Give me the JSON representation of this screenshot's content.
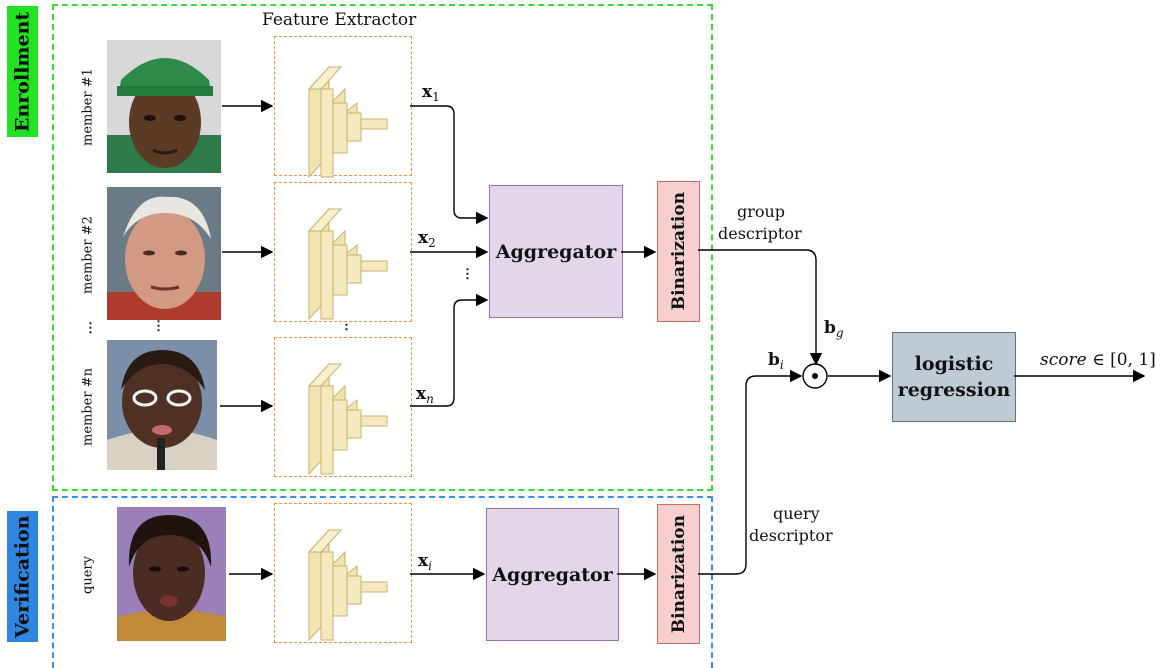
{
  "sections": {
    "enrollment": "Enrollment",
    "verification": "Verification"
  },
  "feature_extractor_title": "Feature Extractor",
  "members": [
    {
      "label": "member #1",
      "feature": "x",
      "sub": "1"
    },
    {
      "label": "member #2",
      "feature": "x",
      "sub": "2"
    },
    {
      "label": "member #n",
      "feature": "x",
      "sub": "n"
    }
  ],
  "query": {
    "label": "query",
    "feature": "x",
    "sub": "i"
  },
  "vertical_ellipsis": "⋮",
  "aggregator_label": "Aggregator",
  "binarization_label": "Binarization",
  "group_descriptor": {
    "line1": "group",
    "line2": "descriptor"
  },
  "query_descriptor": {
    "line1": "query",
    "line2": "descriptor"
  },
  "bg": {
    "base": "b",
    "sub": "g"
  },
  "bi": {
    "base": "b",
    "sub": "i"
  },
  "operator": "⊙",
  "logistic_regression": {
    "line1": "logistic",
    "line2": "regression"
  },
  "score": {
    "italic": "score",
    "rest": " ∈ [0, 1]"
  },
  "colors": {
    "enrollment_border": "#33dd33",
    "verification_border": "#3a8ee8",
    "aggregator_fill": "#e4d6ea",
    "binarization_fill": "#f6d0cf",
    "logreg_fill": "#becbd4",
    "extractor_border": "#f0933a"
  }
}
